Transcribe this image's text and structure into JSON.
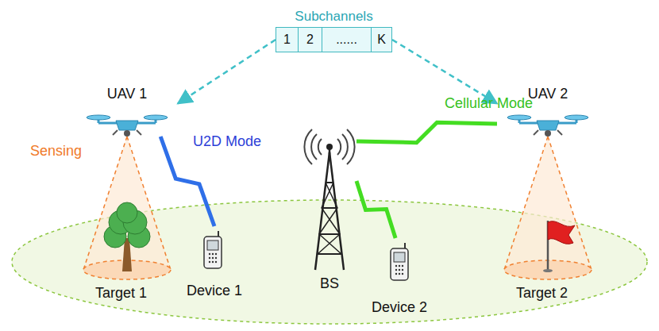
{
  "diagram": {
    "nodes": [
      {
        "text": [
          "Subchannels"
        ]
      },
      {
        "text": [
          "1"
        ],
        "in": 0
      },
      {
        "text": [
          "2"
        ],
        "in": 0
      },
      {
        "text": [
          "......"
        ],
        "in": 0
      },
      {
        "text": [
          "K"
        ],
        "in": 0
      },
      {
        "text": [
          "UAV 1"
        ]
      },
      {
        "text": [
          "UAV 2"
        ]
      },
      {
        "text": [
          "Device 1"
        ]
      },
      {
        "text": [
          "BS"
        ]
      },
      {
        "text": [
          "Device 2"
        ]
      }
    ],
    "edges": [
      {
        "from": 0,
        "to": 5,
        "arrow": "to"
      },
      {
        "from": 0,
        "to": 6,
        "arrow": "to"
      },
      {
        "from": 5,
        "to": 7,
        "label": "U2D Mode",
        "arrow": "none"
      },
      {
        "from": 8,
        "to": 6,
        "label": "Cellular Mode",
        "arrow": "none"
      },
      {
        "from": 8,
        "to": 9,
        "arrow": "none"
      }
    ],
    "labels": [
      "Sensing",
      "Target 1",
      "Target 2"
    ]
  }
}
